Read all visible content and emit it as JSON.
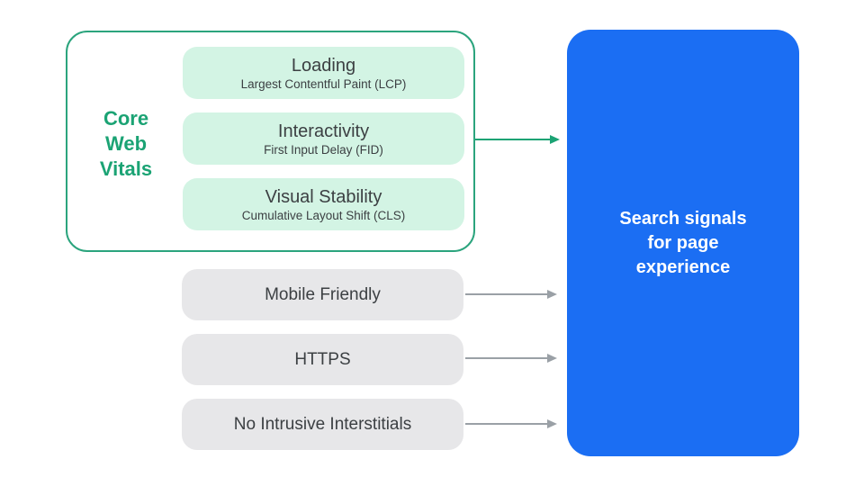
{
  "colors": {
    "green": "#1BA374",
    "green_border": "#2BA47D",
    "green_fill": "#D3F4E4",
    "blue": "#1B6EF3",
    "gray_fill": "#E7E7E9",
    "dark_text": "#3C4043",
    "gray_arrow": "#9AA0A6",
    "white": "#FFFFFF"
  },
  "core_web_vitals": {
    "label_lines": [
      "Core",
      "Web",
      "Vitals"
    ],
    "items": [
      {
        "title": "Loading",
        "subtitle": "Largest Contentful Paint (LCP)"
      },
      {
        "title": "Interactivity",
        "subtitle": "First Input Delay (FID)"
      },
      {
        "title": "Visual Stability",
        "subtitle": "Cumulative Layout Shift (CLS)"
      }
    ]
  },
  "other_signals": [
    {
      "label": "Mobile Friendly"
    },
    {
      "label": "HTTPS"
    },
    {
      "label": "No Intrusive Interstitials"
    }
  ],
  "result": {
    "label_lines": [
      "Search signals",
      "for page",
      "experience"
    ]
  }
}
